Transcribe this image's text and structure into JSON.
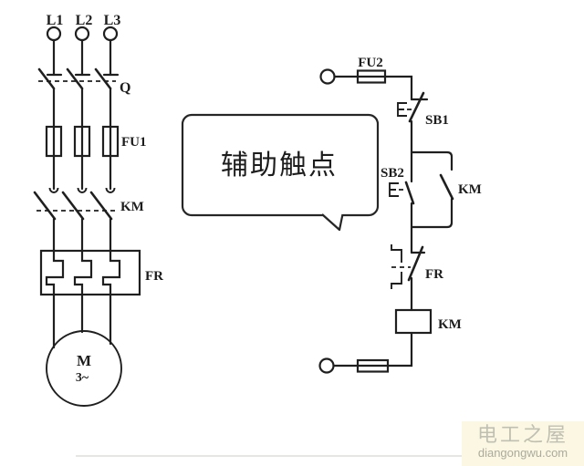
{
  "power": {
    "phases": [
      "L1",
      "L2",
      "L3"
    ],
    "isolator_label": "Q",
    "fuse_label": "FU1",
    "contactor_label": "KM",
    "thermal_relay_label": "FR",
    "motor": {
      "letter": "M",
      "type": "3~"
    }
  },
  "control": {
    "fuse_label": "FU2",
    "stop_button_label": "SB1",
    "start_button_label": "SB2",
    "aux_contact_label": "KM",
    "thermal_contact_label": "FR",
    "coil_label": "KM"
  },
  "callout": {
    "text": "辅助触点"
  },
  "watermark": {
    "site_name": "电工之屋",
    "site_url": "diangongwu.com"
  },
  "colors": {
    "line": "#1f1f1f",
    "callout_border": "#262626",
    "watermark_bg": "#fbf7e3",
    "watermark_title_text": "#c0c0b2",
    "watermark_url_text": "#abab9d"
  }
}
